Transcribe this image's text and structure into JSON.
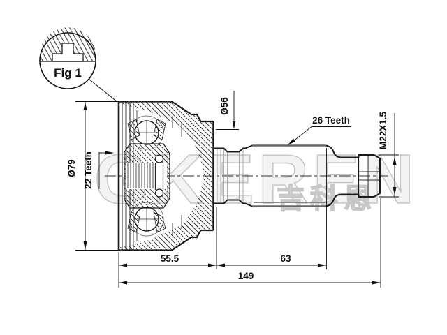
{
  "figure": {
    "label": "Fig 1"
  },
  "dimensions": {
    "outer_diameter": "Ø79",
    "inner_spline_teeth": "22 Teeth",
    "boot_groove_diameter": "Ø56",
    "shaft_spline_teeth": "26 Teeth",
    "thread_spec": "M22X1.5",
    "housing_length": "55.5",
    "shaft_length": "63",
    "total_length": "149"
  },
  "watermark": {
    "brand": "GKEREN",
    "brand_cn": "吉科恩"
  },
  "colors": {
    "line": "#1a1a1a",
    "watermark_gray": "#c7c7c7",
    "background": "#ffffff"
  }
}
